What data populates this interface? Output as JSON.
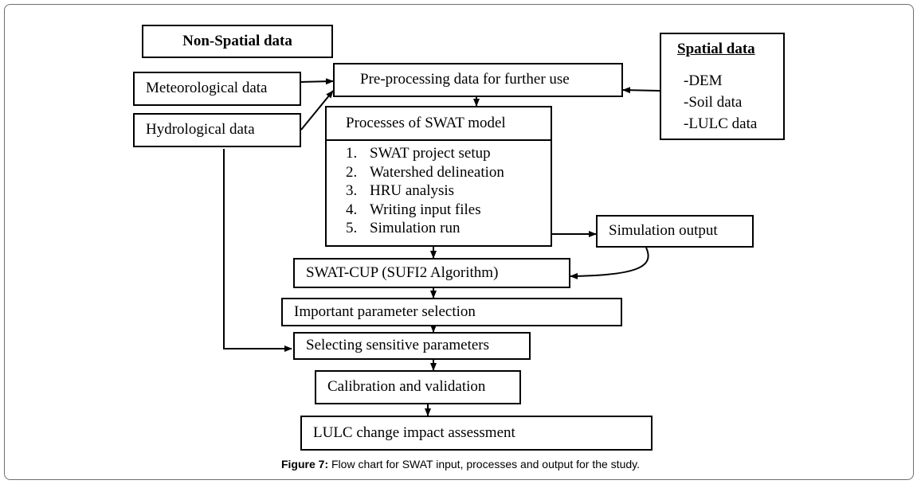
{
  "nodes": {
    "non_spatial": "Non-Spatial data",
    "meteorological": "Meteorological data",
    "hydrological": "Hydrological data",
    "preprocessing": "Pre-processing data for further use",
    "spatial": {
      "title": "Spatial data",
      "items": [
        "-DEM",
        "-Soil data",
        "-LULC data"
      ]
    },
    "swat": {
      "title": "Processes of SWAT model",
      "steps": [
        {
          "num": "1.",
          "label": "SWAT project setup"
        },
        {
          "num": "2.",
          "label": "Watershed delineation"
        },
        {
          "num": "3.",
          "label": "HRU analysis"
        },
        {
          "num": "4.",
          "label": "Writing input files"
        },
        {
          "num": "5.",
          "label": "Simulation run"
        }
      ]
    },
    "simulation_output": "Simulation output",
    "swat_cup": "SWAT-CUP (SUFI2 Algorithm)",
    "important_params": "Important parameter selection",
    "sensitive_params": "Selecting sensitive parameters",
    "calibration": "Calibration and validation",
    "lulc_impact": "LULC change impact assessment"
  },
  "caption": {
    "label": "Figure 7:",
    "text": " Flow chart for SWAT input, processes and output for the study."
  }
}
